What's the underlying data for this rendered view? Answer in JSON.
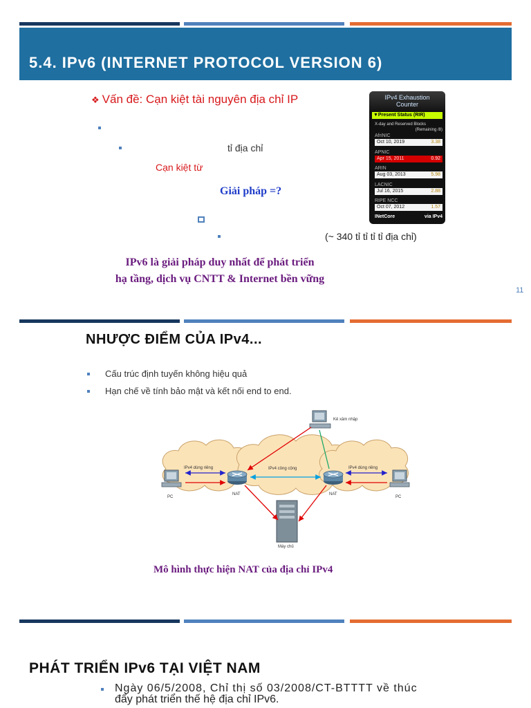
{
  "slide1": {
    "title": "5.4. IPv6 (INTERNET PROTOCOL VERSION 6)",
    "problem_symbol": "❖",
    "problem": "Vấn đề: Cạn kiệt tài nguyên địa chỉ IP",
    "text_address": "tỉ địa chỉ",
    "text_exhausted": "Cạn kiệt từ",
    "solution": "Giải pháp =?",
    "text_addr_count": "(~ 340 tỉ tỉ tỉ tỉ địa chỉ)",
    "quote_line1": "IPv6 là giải pháp duy nhất để phát triển",
    "quote_line2": "hạ tầng, dịch vụ CNTT & Internet bền vững",
    "page_num": "11"
  },
  "counter": {
    "title_line1": "IPv4 Exhaustion",
    "title_line2": "Counter",
    "status": "▼Present Status (RIR)",
    "sub_line1": "X-day and Reserved Blocks",
    "sub_line2": "(Remaining /8)",
    "rows": [
      {
        "name": "AfriNIC",
        "date": "Oct 10, 2019",
        "value": "3.38"
      },
      {
        "name": "APNIC",
        "date": "Apr 15, 2011",
        "value": "0.92"
      },
      {
        "name": "ARIN",
        "date": "Aug 03, 2013",
        "value": "5.98"
      },
      {
        "name": "LACNIC",
        "date": "Jul 16, 2015",
        "value": "2.88"
      },
      {
        "name": "RIPE NCC",
        "date": "Oct 07, 2012",
        "value": "1.57"
      }
    ],
    "footer_left": "INetCore",
    "footer_right": "via IPv4"
  },
  "slide2": {
    "title": "NHƯỢC ĐIỂM CỦA IPv4...",
    "bullets": [
      "Cấu trúc định tuyến không hiệu quả",
      "Hạn chế về tính bảo mật và kết nối end to end."
    ],
    "diagram": {
      "intruder": "Kẻ xâm nhập",
      "left_cloud": "IPv4 dùng riêng",
      "center_cloud": "IPv4 công cộng",
      "right_cloud": "IPv4 dùng riêng",
      "nat_left": "NAT",
      "nat_right": "NAT",
      "pc_left": "PC",
      "pc_right": "PC",
      "server": "Máy chủ"
    },
    "caption": "Mô hình thực hiện NAT của địa chỉ IPv4"
  },
  "slide3": {
    "title": "PHÁT TRIỂN IPv6 TẠI VIỆT NAM",
    "bullet_line1": "Ngày 06/5/2008, Chỉ thị số 03/2008/CT-BTTTT về thúc",
    "bullet_line2": "đẩy phát triển thế hệ địa chỉ IPv6."
  },
  "colors": {
    "navy": "#17375e",
    "steel": "#4f81bd",
    "orange": "#e46c32",
    "title_band": "#1f6fa0",
    "red_text": "#d7191c",
    "blue_text": "#1f3cc8",
    "purple_text": "#6a1b7e"
  }
}
